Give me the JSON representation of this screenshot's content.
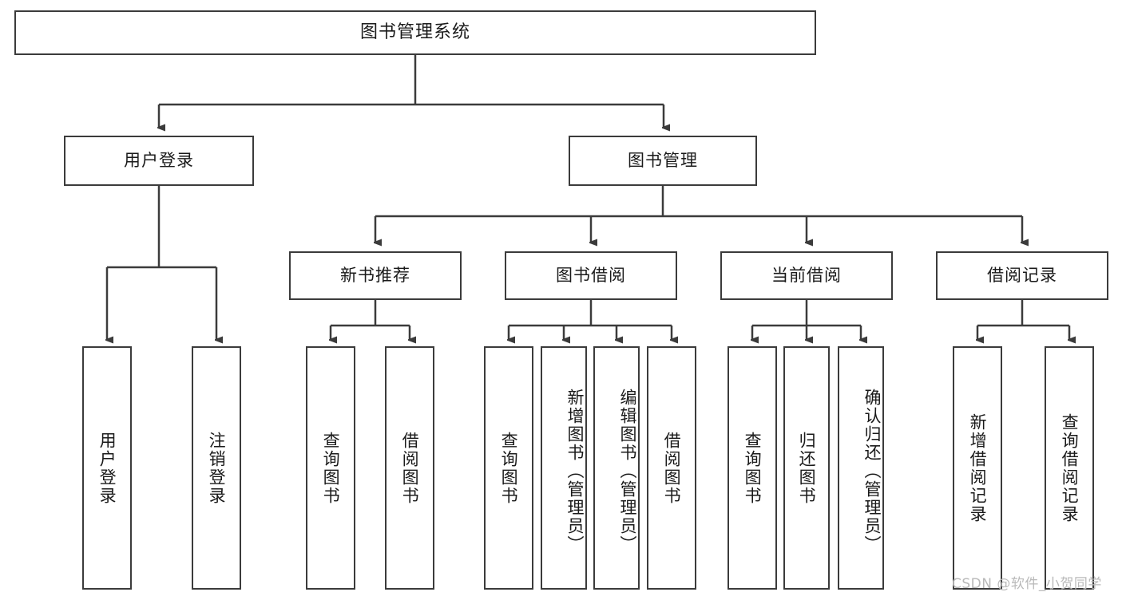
{
  "diagram": {
    "title": "图书管理系统",
    "type": "hierarchy-tree",
    "watermark": "CSDN @软件_小贺同学",
    "colors": {
      "box_border": "#3b3b3b",
      "box_fill": "#ffffff",
      "edge": "#3b3b3b",
      "text": "#1a1a1a",
      "watermark": "#b9b9b9",
      "background": "#ffffff"
    },
    "nodes": {
      "root": {
        "label": "图书管理系统"
      },
      "level2": [
        {
          "id": "user-login",
          "label": "用户登录"
        },
        {
          "id": "book-manage",
          "label": "图书管理"
        }
      ],
      "level3": [
        {
          "id": "new-book-recommend",
          "label": "新书推荐"
        },
        {
          "id": "book-borrow",
          "label": "图书借阅"
        },
        {
          "id": "current-borrow",
          "label": "当前借阅"
        },
        {
          "id": "borrow-record",
          "label": "借阅记录"
        }
      ],
      "leaves": {
        "user-login": [
          {
            "id": "leaf-user-login",
            "label": "用户登录"
          },
          {
            "id": "leaf-user-logout",
            "label": "注销登录"
          }
        ],
        "new-book-recommend": [
          {
            "id": "leaf-query-book-1",
            "label": "查询图书"
          },
          {
            "id": "leaf-borrow-book-1",
            "label": "借阅图书"
          }
        ],
        "book-borrow": [
          {
            "id": "leaf-query-book-2",
            "label": "查询图书"
          },
          {
            "id": "leaf-add-book",
            "label": "新增图书（管理员）"
          },
          {
            "id": "leaf-edit-book",
            "label": "编辑图书（管理员）"
          },
          {
            "id": "leaf-borrow-book-2",
            "label": "借阅图书"
          }
        ],
        "current-borrow": [
          {
            "id": "leaf-query-book-3",
            "label": "查询图书"
          },
          {
            "id": "leaf-return-book",
            "label": "归还图书"
          },
          {
            "id": "leaf-confirm-return",
            "label": "确认归还（管理员）"
          }
        ],
        "borrow-record": [
          {
            "id": "leaf-add-record",
            "label": "新增借阅记录"
          },
          {
            "id": "leaf-query-record",
            "label": "查询借阅记录"
          }
        ]
      }
    }
  }
}
